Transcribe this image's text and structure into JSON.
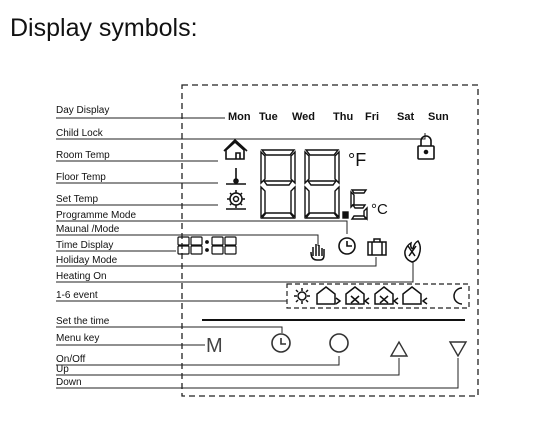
{
  "title": "Display symbols:",
  "labels": {
    "day_display": "Day Display",
    "child_lock": "Child Lock",
    "room_temp": "Room Temp",
    "floor_temp": "Floor Temp",
    "set_temp": "Set Temp",
    "programme_mode": "Programme Mode",
    "manual_mode": "Maunal /Mode",
    "time_display": "Time Display",
    "holiday_mode": "Holiday Mode",
    "heating_on": "Heating On",
    "event": "1-6 event",
    "set_time": "Set the time",
    "menu_key": "Menu key",
    "on_off": "On/Off",
    "up": "Up",
    "down": "Down"
  },
  "days": [
    "Mon",
    "Tue",
    "Wed",
    "Thu",
    "Fri",
    "Sat",
    "Sun"
  ],
  "display": {
    "temp_digits": "88.5",
    "unit_f": "°F",
    "unit_c": "°C",
    "time_digits": "88:88"
  },
  "keys": {
    "menu": "M"
  },
  "icons": {
    "room_temp": "house-icon",
    "floor_temp": "thermometer-icon",
    "set_temp": "gear-thermometer-icon",
    "child_lock": "padlock-icon",
    "manual_mode": "hand-icon",
    "programme_mode": "clock-icon",
    "holiday_mode": "suitcase-icon",
    "heating_on": "flame-icon",
    "events": [
      "sun-icon",
      "home-icon",
      "away-icon",
      "away-icon",
      "home-icon",
      "moon-icon"
    ],
    "set_time": "clock-icon",
    "on_off": "circle-icon",
    "up": "triangle-up-icon",
    "down": "triangle-down-icon"
  }
}
